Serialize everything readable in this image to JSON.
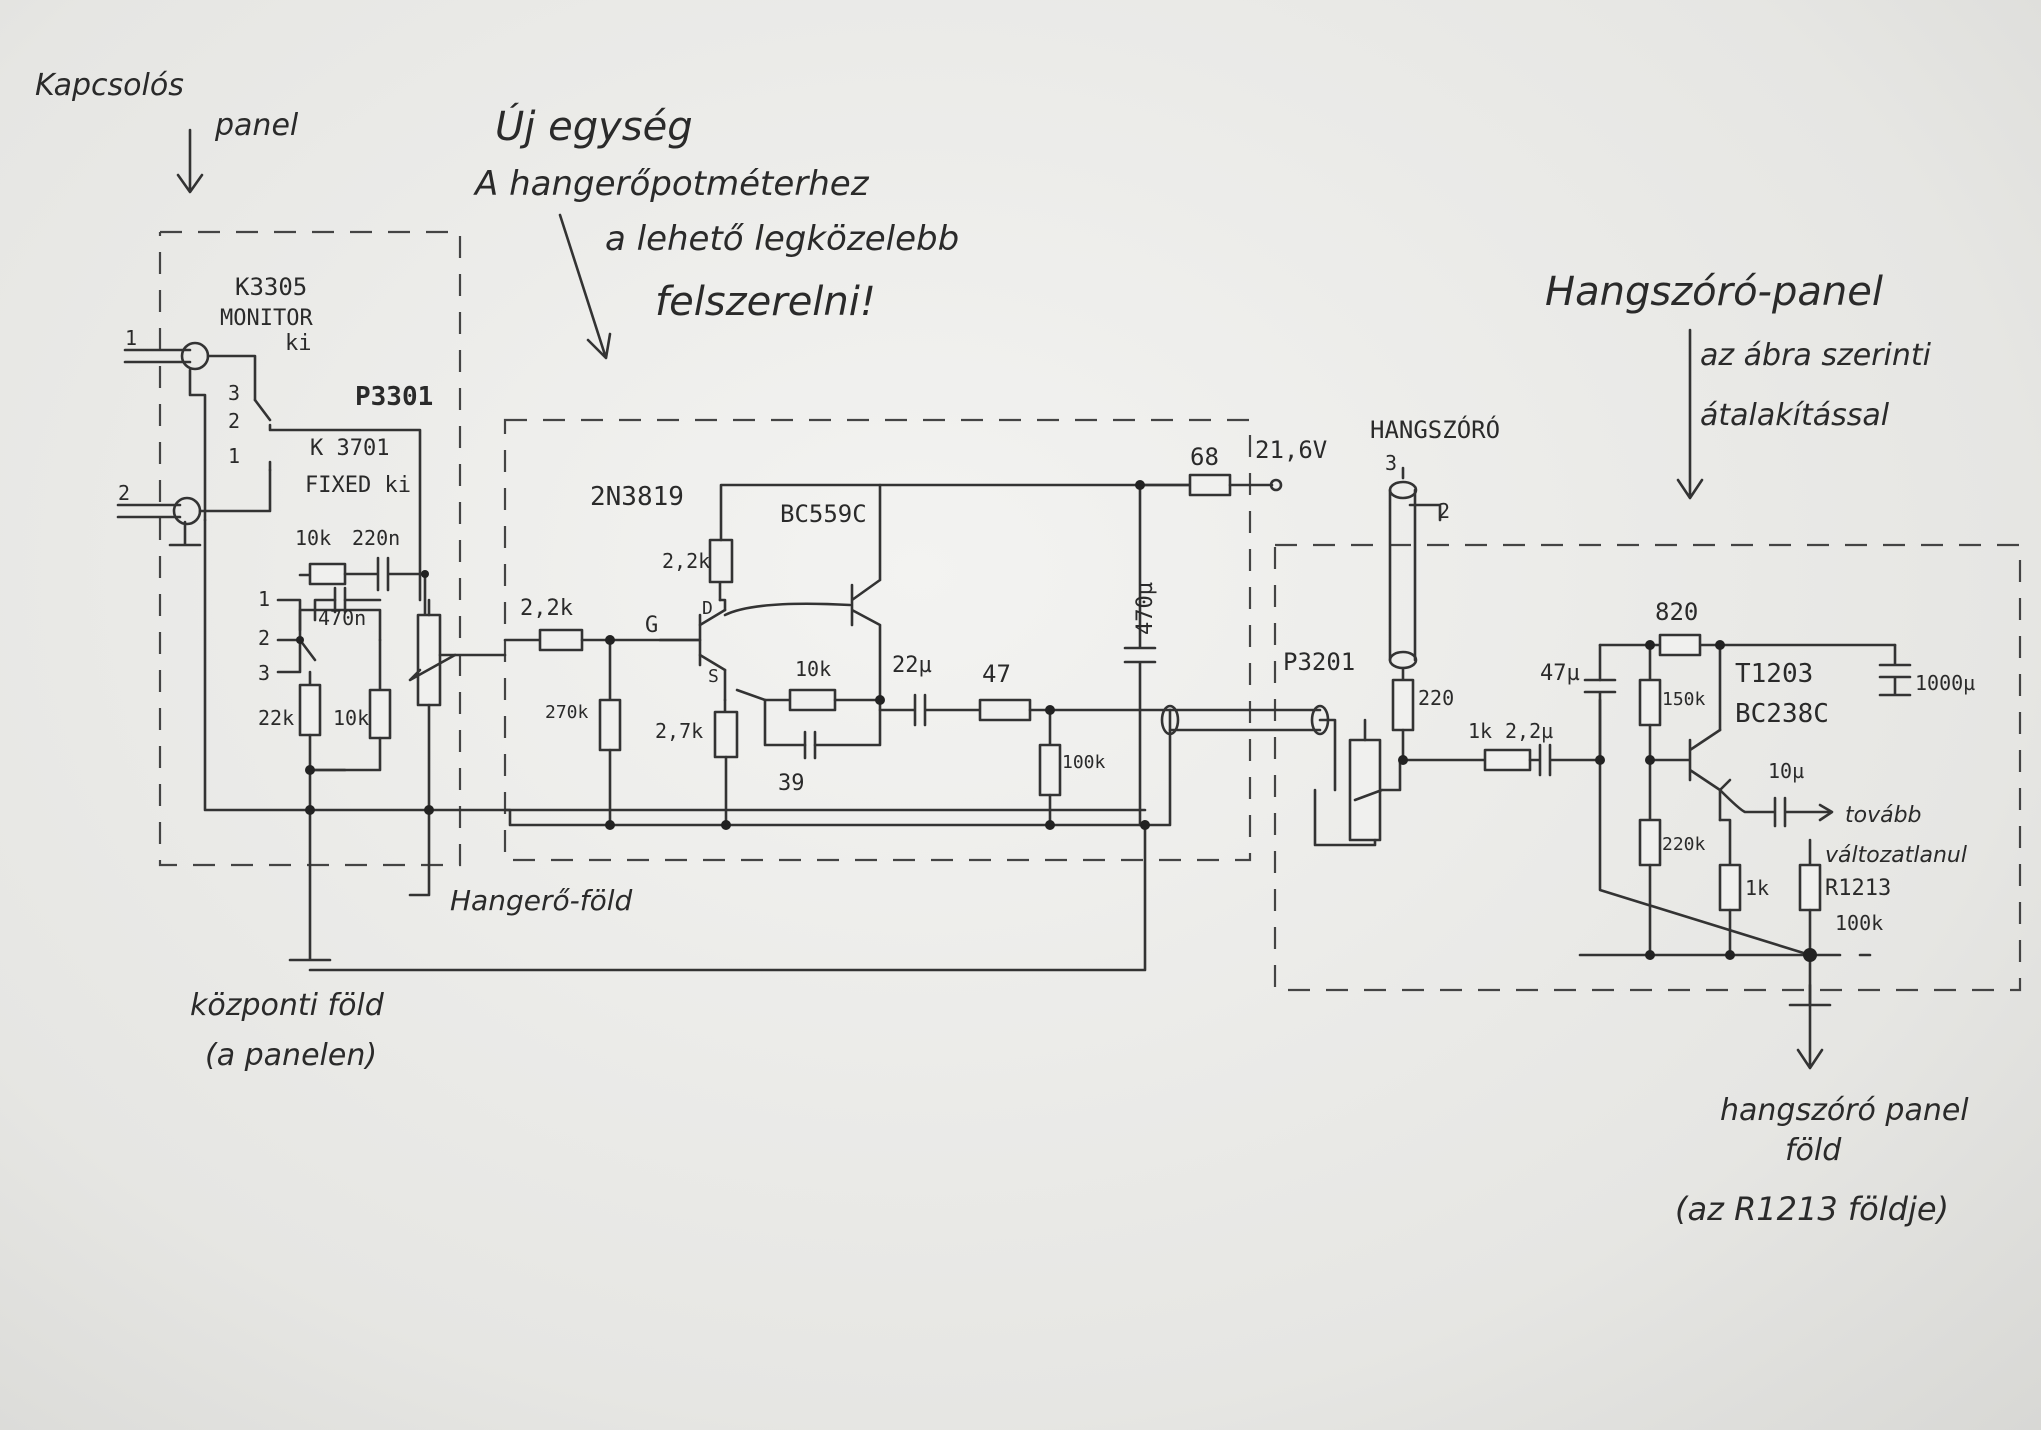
{
  "annotations": {
    "kapcsolo_panel": [
      "Kapcsolós",
      "panel"
    ],
    "uj_egyseg": [
      "Új egység",
      "A hangerőpotméterhez",
      "a lehető legközelebb",
      "felszerelni!"
    ],
    "hangszoro_panel": [
      "Hangszóró-panel",
      "az ábra szerinti",
      "átalakítással"
    ],
    "hangero_fold": "Hangerő-föld",
    "kozponti_fold": [
      "központi föld",
      "(a panelen)"
    ],
    "hangszoro_panel_fold": [
      "hangszóró panel",
      "föld",
      "(az R1213 földje)"
    ],
    "tovabb": [
      "tovább",
      "változatlanul"
    ]
  },
  "labels": {
    "k3305": "K3305",
    "monitor": "MONITOR",
    "ki": "ki",
    "p3301": "P3301",
    "k3701": "K 3701",
    "fixed": "FIXED ki",
    "pin1": "1",
    "pin2": "2",
    "pin3": "3",
    "jack1": "1",
    "jack2": "2",
    "r10k_top": "10k",
    "c220n": "220n",
    "c470n": "470n",
    "r22k": "22k",
    "r10k_left": "10k",
    "r2_2k_in": "2,2k",
    "r270k": "270k",
    "q1": "2N3819",
    "q1_g": "G",
    "q1_d": "D",
    "q1_s": "S",
    "r2_2k_d": "2,2k",
    "r2_7k": "2,7k",
    "q2": "BC559C",
    "r10k_fb": "10k",
    "c39": "39",
    "c22u": "22µ",
    "r47": "47",
    "r100k": "100k",
    "c470u": "470µ",
    "r68": "68",
    "v216": "21,6V",
    "hangszoro": "HANGSZÓRÓ",
    "p3201": "P3201",
    "r220": "220",
    "r1k_in": "1k",
    "c2_2u": "2,2µ",
    "c47u": "47µ",
    "r820": "820",
    "r150k": "150k",
    "t1203": "T1203",
    "bc238c": "BC238C",
    "c1000u": "1000µ",
    "c10u": "10µ",
    "r220k": "220k",
    "r1k": "1k",
    "r1213": "R1213",
    "r100k_b": "100k"
  }
}
